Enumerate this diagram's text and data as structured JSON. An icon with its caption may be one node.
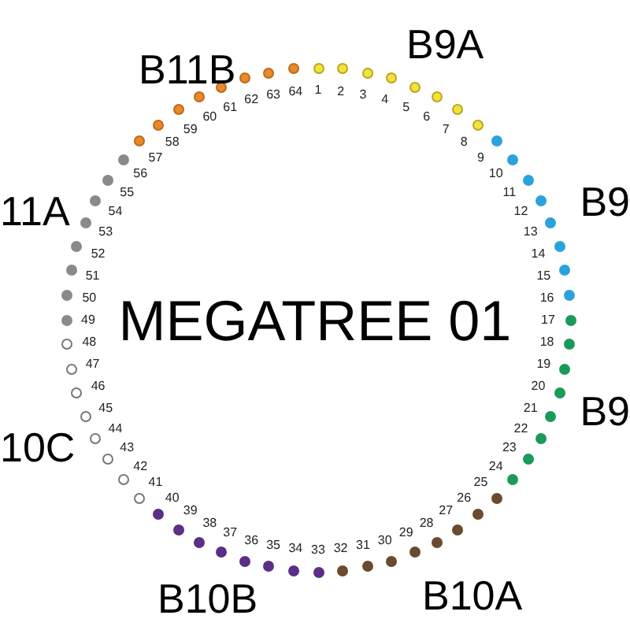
{
  "diagram": {
    "title": "MEGATREE 01",
    "nodes": [
      {
        "text": [],
        "shape": "circle",
        "beside": [
          "1"
        ]
      },
      {
        "text": [],
        "shape": "circle",
        "beside": [
          "2"
        ]
      },
      {
        "text": [],
        "shape": "circle",
        "beside": [
          "3"
        ]
      },
      {
        "text": [],
        "shape": "circle",
        "beside": [
          "4"
        ]
      },
      {
        "text": [],
        "shape": "circle",
        "beside": [
          "5"
        ]
      },
      {
        "text": [],
        "shape": "circle",
        "beside": [
          "6"
        ]
      },
      {
        "text": [],
        "shape": "circle",
        "beside": [
          "7"
        ]
      },
      {
        "text": [],
        "shape": "circle",
        "beside": [
          "8"
        ]
      },
      {
        "text": [],
        "shape": "circle",
        "beside": [
          "9"
        ]
      },
      {
        "text": [],
        "shape": "circle",
        "beside": [
          "10"
        ]
      },
      {
        "text": [],
        "shape": "circle",
        "beside": [
          "11"
        ]
      },
      {
        "text": [],
        "shape": "circle",
        "beside": [
          "12"
        ]
      },
      {
        "text": [],
        "shape": "circle",
        "beside": [
          "13"
        ]
      },
      {
        "text": [],
        "shape": "circle",
        "beside": [
          "14"
        ]
      },
      {
        "text": [],
        "shape": "circle",
        "beside": [
          "15"
        ]
      },
      {
        "text": [],
        "shape": "circle",
        "beside": [
          "16"
        ]
      },
      {
        "text": [],
        "shape": "circle",
        "beside": [
          "17"
        ]
      },
      {
        "text": [],
        "shape": "circle",
        "beside": [
          "18"
        ]
      },
      {
        "text": [],
        "shape": "circle",
        "beside": [
          "19"
        ]
      },
      {
        "text": [],
        "shape": "circle",
        "beside": [
          "20"
        ]
      },
      {
        "text": [],
        "shape": "circle",
        "beside": [
          "21"
        ]
      },
      {
        "text": [],
        "shape": "circle",
        "beside": [
          "22"
        ]
      },
      {
        "text": [],
        "shape": "circle",
        "beside": [
          "23"
        ]
      },
      {
        "text": [],
        "shape": "circle",
        "beside": [
          "24"
        ]
      },
      {
        "text": [],
        "shape": "circle",
        "beside": [
          "25"
        ]
      },
      {
        "text": [],
        "shape": "circle",
        "beside": [
          "26"
        ]
      },
      {
        "text": [],
        "shape": "circle",
        "beside": [
          "27"
        ]
      },
      {
        "text": [],
        "shape": "circle",
        "beside": [
          "28"
        ]
      },
      {
        "text": [],
        "shape": "circle",
        "beside": [
          "29"
        ]
      },
      {
        "text": [],
        "shape": "circle",
        "beside": [
          "30"
        ]
      },
      {
        "text": [],
        "shape": "circle",
        "beside": [
          "31"
        ]
      },
      {
        "text": [],
        "shape": "circle",
        "beside": [
          "32"
        ]
      },
      {
        "text": [],
        "shape": "circle",
        "beside": [
          "33"
        ]
      },
      {
        "text": [],
        "shape": "circle",
        "beside": [
          "34"
        ]
      },
      {
        "text": [],
        "shape": "circle",
        "beside": [
          "35"
        ]
      },
      {
        "text": [],
        "shape": "circle",
        "beside": [
          "36"
        ]
      },
      {
        "text": [],
        "shape": "circle",
        "beside": [
          "37"
        ]
      },
      {
        "text": [],
        "shape": "circle",
        "beside": [
          "38"
        ]
      },
      {
        "text": [],
        "shape": "circle",
        "beside": [
          "39"
        ]
      },
      {
        "text": [],
        "shape": "circle",
        "beside": [
          "40"
        ]
      },
      {
        "text": [],
        "shape": "circle",
        "beside": [
          "41"
        ]
      },
      {
        "text": [],
        "shape": "circle",
        "beside": [
          "42"
        ]
      },
      {
        "text": [],
        "shape": "circle",
        "beside": [
          "43"
        ]
      },
      {
        "text": [],
        "shape": "circle",
        "beside": [
          "44"
        ]
      },
      {
        "text": [],
        "shape": "circle",
        "beside": [
          "45"
        ]
      },
      {
        "text": [],
        "shape": "circle",
        "beside": [
          "46"
        ]
      },
      {
        "text": [],
        "shape": "circle",
        "beside": [
          "47"
        ]
      },
      {
        "text": [],
        "shape": "circle",
        "beside": [
          "48"
        ]
      },
      {
        "text": [],
        "shape": "circle",
        "beside": [
          "49"
        ]
      },
      {
        "text": [],
        "shape": "circle",
        "beside": [
          "50"
        ]
      },
      {
        "text": [],
        "shape": "circle",
        "beside": [
          "51"
        ]
      },
      {
        "text": [],
        "shape": "circle",
        "beside": [
          "52"
        ]
      },
      {
        "text": [],
        "shape": "circle",
        "beside": [
          "53"
        ]
      },
      {
        "text": [],
        "shape": "circle",
        "beside": [
          "54"
        ]
      },
      {
        "text": [],
        "shape": "circle",
        "beside": [
          "55"
        ]
      },
      {
        "text": [],
        "shape": "circle",
        "beside": [
          "56"
        ]
      },
      {
        "text": [],
        "shape": "circle",
        "beside": [
          "57"
        ]
      },
      {
        "text": [],
        "shape": "circle",
        "beside": [
          "58"
        ]
      },
      {
        "text": [],
        "shape": "circle",
        "beside": [
          "59"
        ]
      },
      {
        "text": [],
        "shape": "circle",
        "beside": [
          "60"
        ]
      },
      {
        "text": [],
        "shape": "circle",
        "beside": [
          "61"
        ]
      },
      {
        "text": [],
        "shape": "circle",
        "beside": [
          "62"
        ]
      },
      {
        "text": [],
        "shape": "circle",
        "beside": [
          "63"
        ]
      },
      {
        "text": [],
        "shape": "circle",
        "beside": [
          "64"
        ]
      }
    ],
    "labels": [
      "B11B",
      "B9A",
      "11A",
      "B9",
      "B9",
      "10C",
      "B10B",
      "B10A"
    ]
  }
}
